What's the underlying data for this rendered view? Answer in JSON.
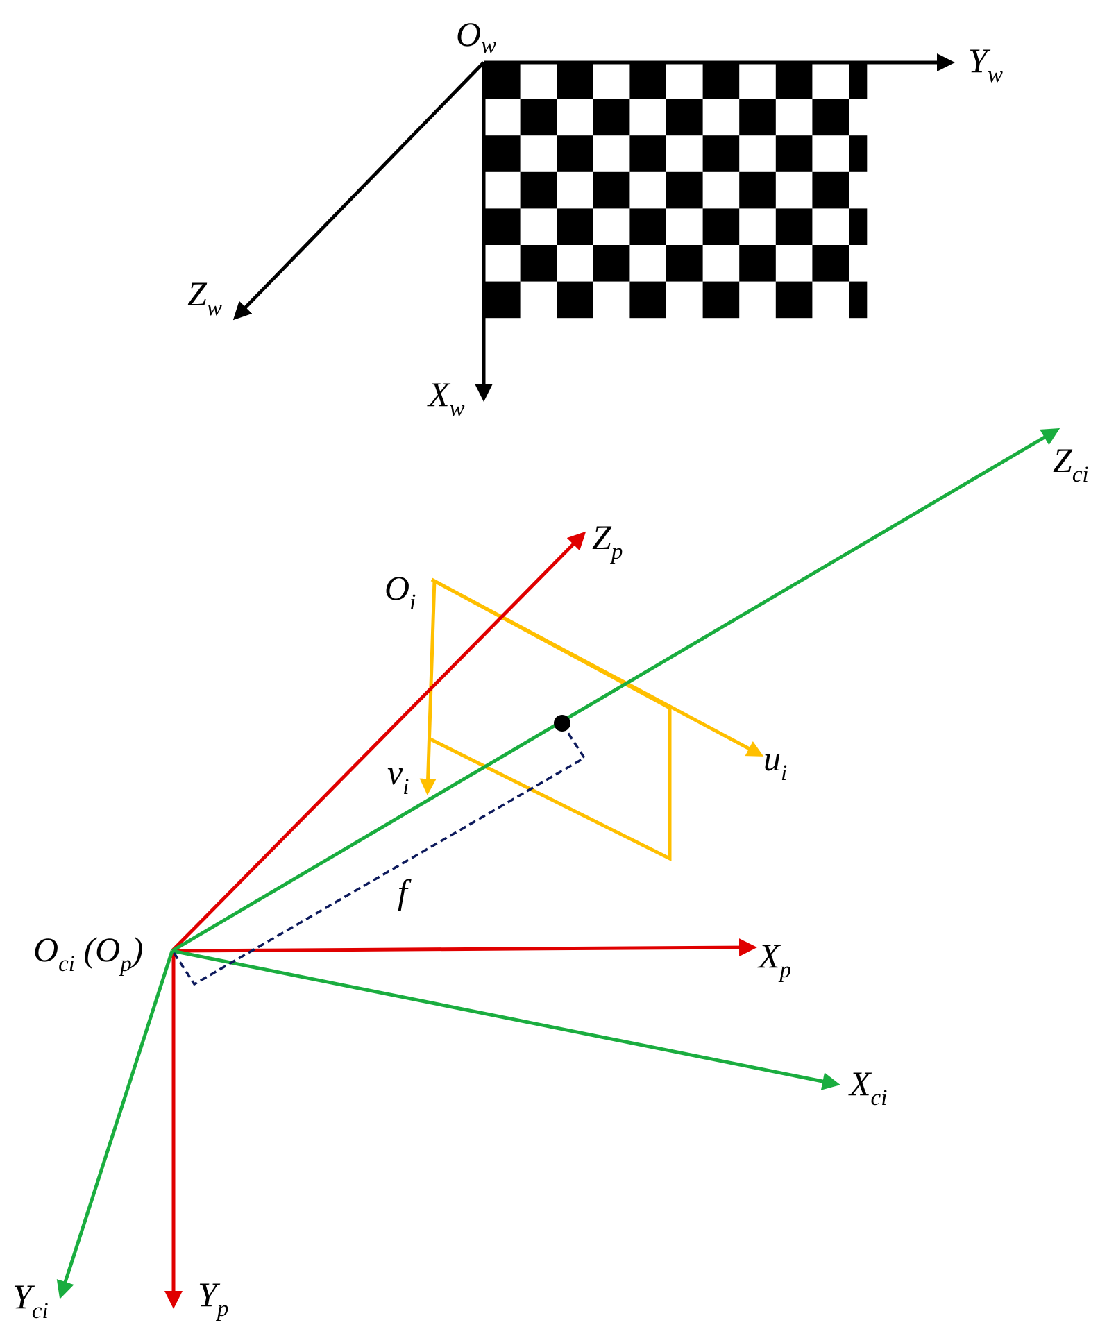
{
  "colors": {
    "world_axes": "#000000",
    "camera_axes": "#1aad3f",
    "projector_axes": "#e00000",
    "image_plane": "#ffbf00",
    "focal_dash": "#0d1a5c",
    "board_dark": "#000000",
    "board_light": "#ffffff"
  },
  "checkerboard": {
    "rows": 7,
    "cols": 10.5
  },
  "labels": {
    "ow": {
      "base": "O",
      "sub": "w"
    },
    "yw": {
      "base": "Y",
      "sub": "w"
    },
    "zw": {
      "base": "Z",
      "sub": "w"
    },
    "xw": {
      "base": "X",
      "sub": "w"
    },
    "zci": {
      "base": "Z",
      "sub": "ci"
    },
    "zp": {
      "base": "Z",
      "sub": "p"
    },
    "oi": {
      "base": "O",
      "sub": "i"
    },
    "ui": {
      "base": "u",
      "sub": "i"
    },
    "vi": {
      "base": "v",
      "sub": "i"
    },
    "f": {
      "base": "f"
    },
    "oci": {
      "base": "O",
      "sub": "ci",
      "paren_open": " (",
      "base2": "O",
      "sub2": "p",
      "paren_close": ")"
    },
    "xp": {
      "base": "X",
      "sub": "p"
    },
    "xci": {
      "base": "X",
      "sub": "ci"
    },
    "yci": {
      "base": "Y",
      "sub": "ci"
    },
    "yp": {
      "base": "Y",
      "sub": "p"
    }
  }
}
